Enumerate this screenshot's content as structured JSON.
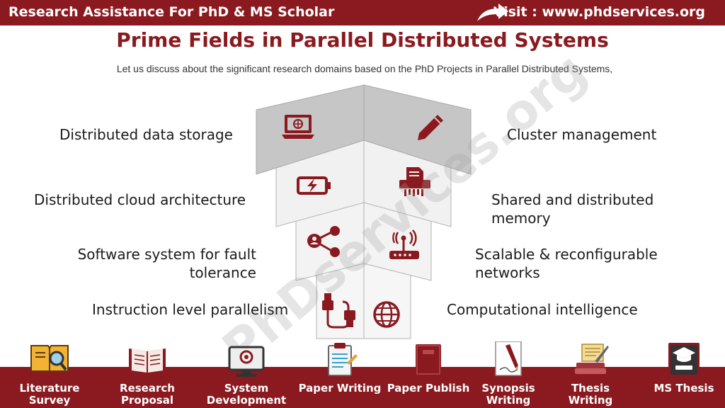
{
  "header": {
    "left_text": "Research Assistance For PhD & MS Scholar",
    "right_text": "Visit : www.phdservices.org"
  },
  "title": "Prime Fields in Parallel Distributed Systems",
  "subtitle": "Let us discuss about the significant research domains based on the PhD Projects in Parallel Distributed Systems,",
  "watermark": "PhDservices.org",
  "fields": {
    "left": [
      "Distributed data storage",
      "Distributed cloud architecture",
      "Software system for fault tolerance",
      "Instruction level parallelism"
    ],
    "right": [
      "Cluster management",
      "Shared and distributed memory",
      "Scalable & reconfigurable networks",
      "Computational intelligence"
    ]
  },
  "icons": {
    "left": [
      "laptop-icon",
      "battery-charging-icon",
      "share-icon",
      "usb-cable-icon"
    ],
    "right": [
      "pencil-icon",
      "document-shredder-icon",
      "wifi-router-icon",
      "globe-icon"
    ]
  },
  "footer": [
    {
      "label": "Literature Survey",
      "icon": "literature-search-icon"
    },
    {
      "label": "Research Proposal",
      "icon": "open-book-icon"
    },
    {
      "label": "System Development",
      "icon": "monitor-code-icon"
    },
    {
      "label": "Paper Writing",
      "icon": "paper-clipboard-icon"
    },
    {
      "label": "Paper Publish",
      "icon": "closed-book-icon"
    },
    {
      "label": "Synopsis Writing",
      "icon": "pen-paper-icon"
    },
    {
      "label": "Thesis Writing",
      "icon": "scroll-quill-icon"
    },
    {
      "label": "MS Thesis",
      "icon": "graduate-book-icon"
    }
  ],
  "colors": {
    "brand": "#8a1a1f",
    "block_top": "#c4c4c4",
    "block_light": "#f4f4f4"
  }
}
